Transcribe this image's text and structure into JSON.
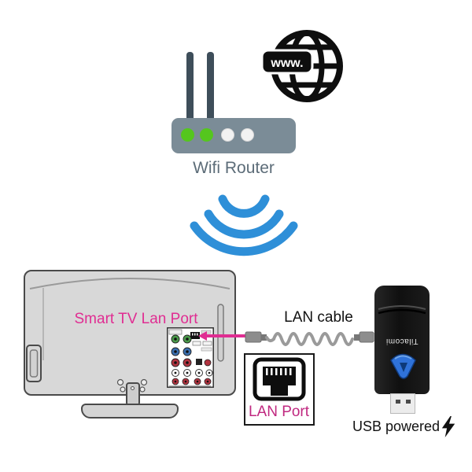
{
  "router": {
    "label": "Wifi Router",
    "www_badge": "www.",
    "leds": [
      "green",
      "green",
      "white",
      "white"
    ]
  },
  "tv": {
    "label": "Smart TV Lan Port"
  },
  "cable": {
    "label": "LAN cable"
  },
  "lan_port": {
    "label": "LAN Port"
  },
  "adapter": {
    "brand": "Tilacomi",
    "caption": "USB powered"
  },
  "icons": {
    "globe": "globe-www-icon",
    "wifi": "wifi-signal-icon",
    "rj45": "rj45-jack-icon",
    "bolt": "lightning-bolt-icon",
    "arrow": "arrow-left-icon"
  },
  "colors": {
    "wifi_blue": "#2e8fd8",
    "magenta_accent": "#e02d92",
    "lan_port_text": "#c02880",
    "router_body": "#7b8c97",
    "router_antenna": "#3e4e5a",
    "led_green": "#55c61e",
    "led_white": "#f2f2f2",
    "tv_gray": "#d8d8d8",
    "cable_gray": "#9a9a9a",
    "adapter_black": "#1b1b1b",
    "adapter_logo_blue": "#2f72d9",
    "label_gray": "#5c6c78",
    "text_black": "#111111"
  }
}
